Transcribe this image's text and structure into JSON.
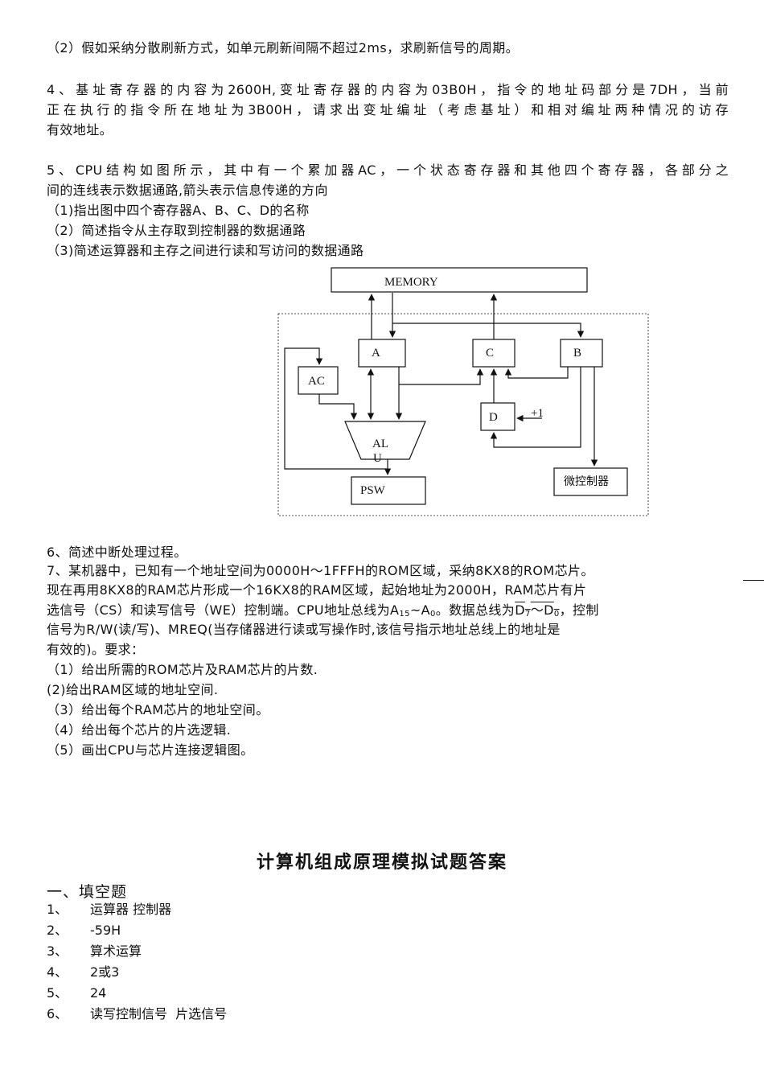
{
  "questions": {
    "q3_part2": "（2）假如采纳分散刷新方式，如单元刷新间隔不超过2ms，求刷新信号的周期。",
    "q4": {
      "line1": "4、基址寄存器的内容为2600H,变址寄存器的内容为03B0H，指令的地址码部分是7DH，当前",
      "line2": "正在执行的指令所在地址为3B00H，请求出变址编址（考虑基址）和相对编址两种情况的访存",
      "line3": "有效地址。"
    },
    "q5": {
      "line1": "5、CPU结构如图所示，其中有一个累加器AC，一个状态寄存器和其他四个寄存器，各部分之",
      "line2": "间的连线表示数据通路,箭头表示信息传递的方向",
      "part1": "（1)指出图中四个寄存器A、B、C、D的名称",
      "part2": "（2）简述指令从主存取到控制器的数据通路",
      "part3": "（3)简述运算器和主存之间进行读和写访问的数据通路"
    },
    "diagram": {
      "memory": "MEMORY",
      "reg_a": "A",
      "reg_b": "B",
      "reg_c": "C",
      "reg_d": "D",
      "ac": "AC",
      "alu_line1": "AL",
      "alu_line2": "U",
      "psw": "PSW",
      "micro_controller": "微控制器",
      "plus_one": "+1"
    },
    "q6": "6、简述中断处理过程。",
    "q7": {
      "line1": "7、某机器中，已知有一个地址空间为0000H～1FFFH的ROM区域，采纳8KX8的ROM芯片。",
      "line2": "现在再用8KX8的RAM芯片形成一个16KX8的RAM区域，起始地址为2000H，RAM芯片有片",
      "line3_a": "选信号（CS）和读写信号（WE）控制端。CPU地址总线为A",
      "a15": "15",
      "tilde": "~A",
      "a0": "0",
      "line3_b": "。数据总线为",
      "d7": "D",
      "d7_sub": "7",
      "d_sep": "～D",
      "d0_sub": "0",
      "line3_c": "，控制",
      "line4": "信号为R/W(读/写)、MREQ(当存储器进行读或写操作时,该信号指示地址总线上的地址是",
      "line5": "有效的)。要求：",
      "part1": "（1）给出所需的ROM芯片及RAM芯片的片数.",
      "part2": "(2)给出RAM区域的地址空间.",
      "part3": "（3）给出每个RAM芯片的地址空间。",
      "part4": "（4）给出每个芯片的片选逻辑.",
      "part5": "（5）画出CPU与芯片连接逻辑图。"
    }
  },
  "answers": {
    "title": "计算机组成原理模拟试题答案",
    "section1": "一、填空题",
    "items": [
      {
        "num": "1、",
        "text": "运算器 控制器"
      },
      {
        "num": "2、",
        "text": "-59H"
      },
      {
        "num": "3、",
        "text": "算术运算"
      },
      {
        "num": "4、",
        "text": "2或3"
      },
      {
        "num": "5、",
        "text": "24"
      },
      {
        "num": "6、",
        "text": "读写控制信号  片选信号"
      }
    ]
  }
}
